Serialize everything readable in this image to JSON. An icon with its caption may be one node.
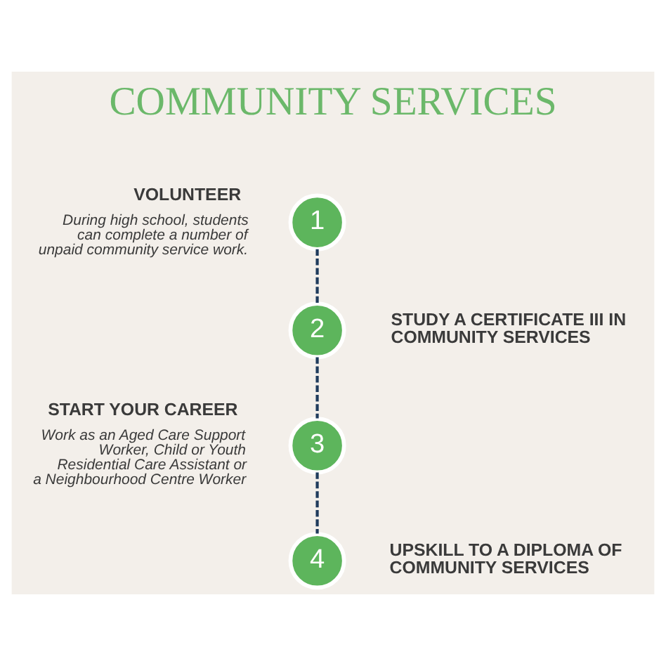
{
  "diagram": {
    "title": "COMMUNITY SERVICES",
    "nodes": [
      {
        "text": [
          "1"
        ],
        "beside": [
          "VOLUNTEER",
          "During high school, students can complete a number of unpaid community service work."
        ]
      },
      {
        "text": [
          "2"
        ],
        "beside": [
          "STUDY A CERTIFICATE III IN COMMUNITY SERVICES"
        ]
      },
      {
        "text": [
          "3"
        ],
        "beside": [
          "START YOUR CAREER",
          "Work as an Aged Care Support Worker, Child or Youth Residential Care Assistant or a Neighbourhood Centre Worker"
        ]
      },
      {
        "text": [
          "4"
        ],
        "beside": [
          "UPSKILL TO A DIPLOMA OF COMMUNITY SERVICES"
        ]
      }
    ],
    "edges": [
      {
        "from": 0,
        "to": 1,
        "arrow": "none",
        "style": "dashed"
      },
      {
        "from": 1,
        "to": 2,
        "arrow": "none",
        "style": "dashed"
      },
      {
        "from": 2,
        "to": 3,
        "arrow": "none",
        "style": "dashed"
      }
    ]
  }
}
